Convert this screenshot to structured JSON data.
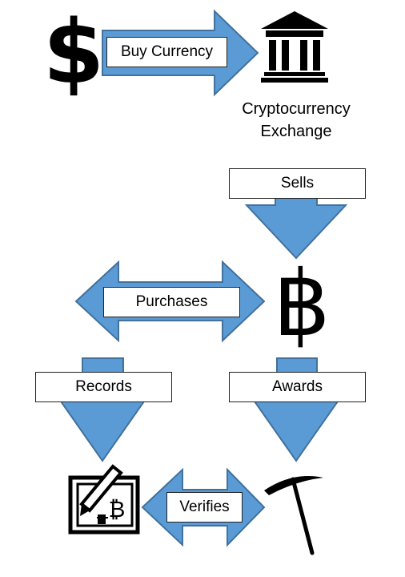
{
  "colors": {
    "arrow": "#5b9bd5",
    "arrow_outline": "#41719c",
    "ink": "#000000"
  },
  "icons": {
    "dollar": "dollar-sign-icon",
    "exchange": "bank-building-icon",
    "bitcoin": "bitcoin-symbol-icon",
    "ledger": "ledger-book-icon",
    "miner": "pickaxe-icon"
  },
  "symbols": {
    "dollar": "$",
    "bitcoin": "฿",
    "ledger_bitcoin": "₿"
  },
  "labels": {
    "buy_currency": "Buy Currency",
    "exchange_line1": "Cryptocurrency",
    "exchange_line2": "Exchange",
    "sells": "Sells",
    "purchases": "Purchases",
    "records": "Records",
    "awards": "Awards",
    "verifies": "Verifies"
  }
}
